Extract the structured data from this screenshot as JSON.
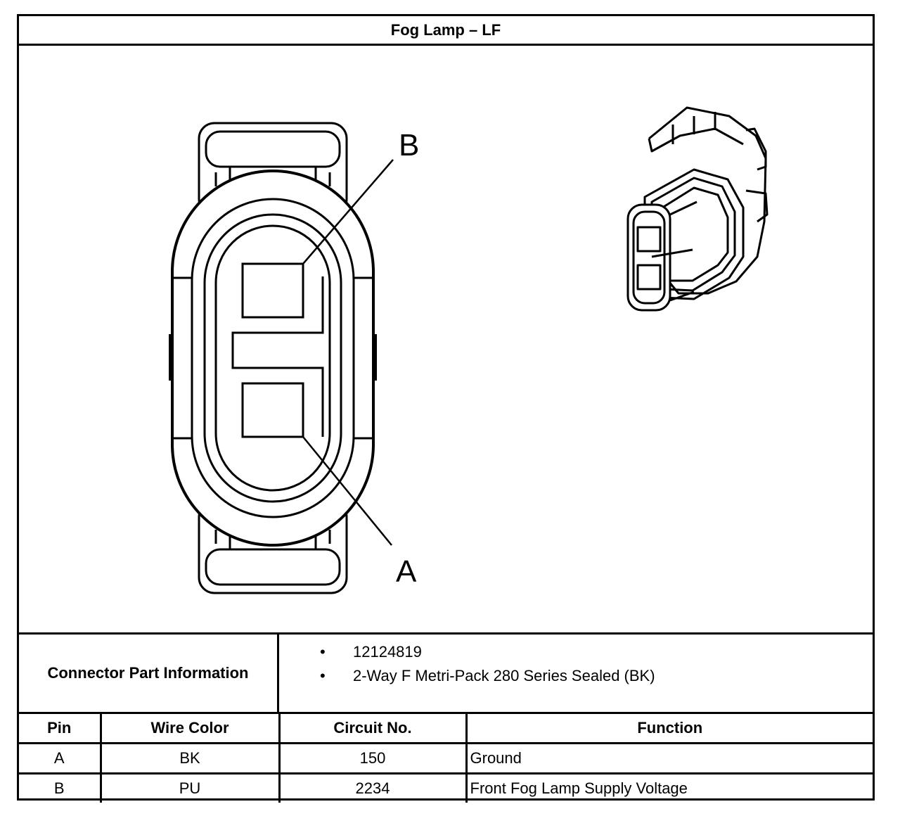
{
  "title": "Fog Lamp – LF",
  "diagram": {
    "pin_labels": [
      "B",
      "A"
    ]
  },
  "connector_info": {
    "label": "Connector Part Information",
    "items": [
      "12124819",
      "2-Way F Metri-Pack 280 Series Sealed (BK)"
    ],
    "bullet": "•"
  },
  "pin_table": {
    "headers": [
      "Pin",
      "Wire Color",
      "Circuit No.",
      "Function"
    ],
    "rows": [
      [
        "A",
        "BK",
        "150",
        "Ground"
      ],
      [
        "B",
        "PU",
        "2234",
        "Front Fog Lamp Supply Voltage"
      ]
    ]
  }
}
